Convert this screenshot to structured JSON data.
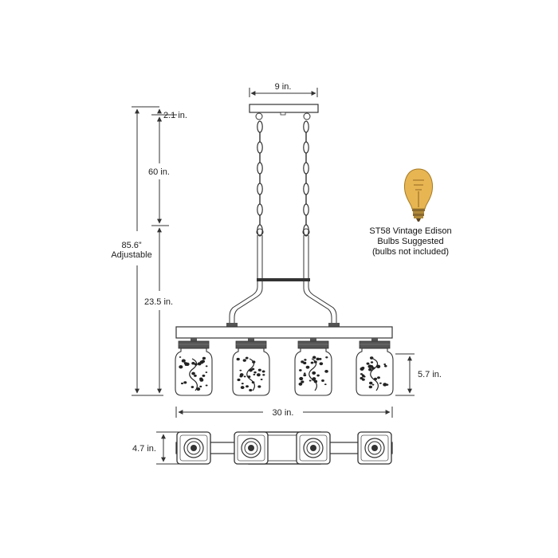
{
  "dimensions": {
    "canopy_width": "9 in.",
    "canopy_height": "2.1 in.",
    "chain_length": "60 in.",
    "overall_height": "85.6”",
    "overall_note": "Adjustable",
    "rod_height": "23.5 in.",
    "jar_height": "5.7 in.",
    "fixture_width": "30 in.",
    "base_depth": "4.7 in."
  },
  "bulb_note": {
    "line1": "ST58 Vintage Edison",
    "line2": "Bulbs Suggested",
    "line3": "(bulbs not included)"
  },
  "jar_count": 4,
  "colors": {
    "line": "#333333",
    "frame": "#444444",
    "bulb_glass": "#d9a441",
    "bulb_base": "#b08a3a"
  }
}
